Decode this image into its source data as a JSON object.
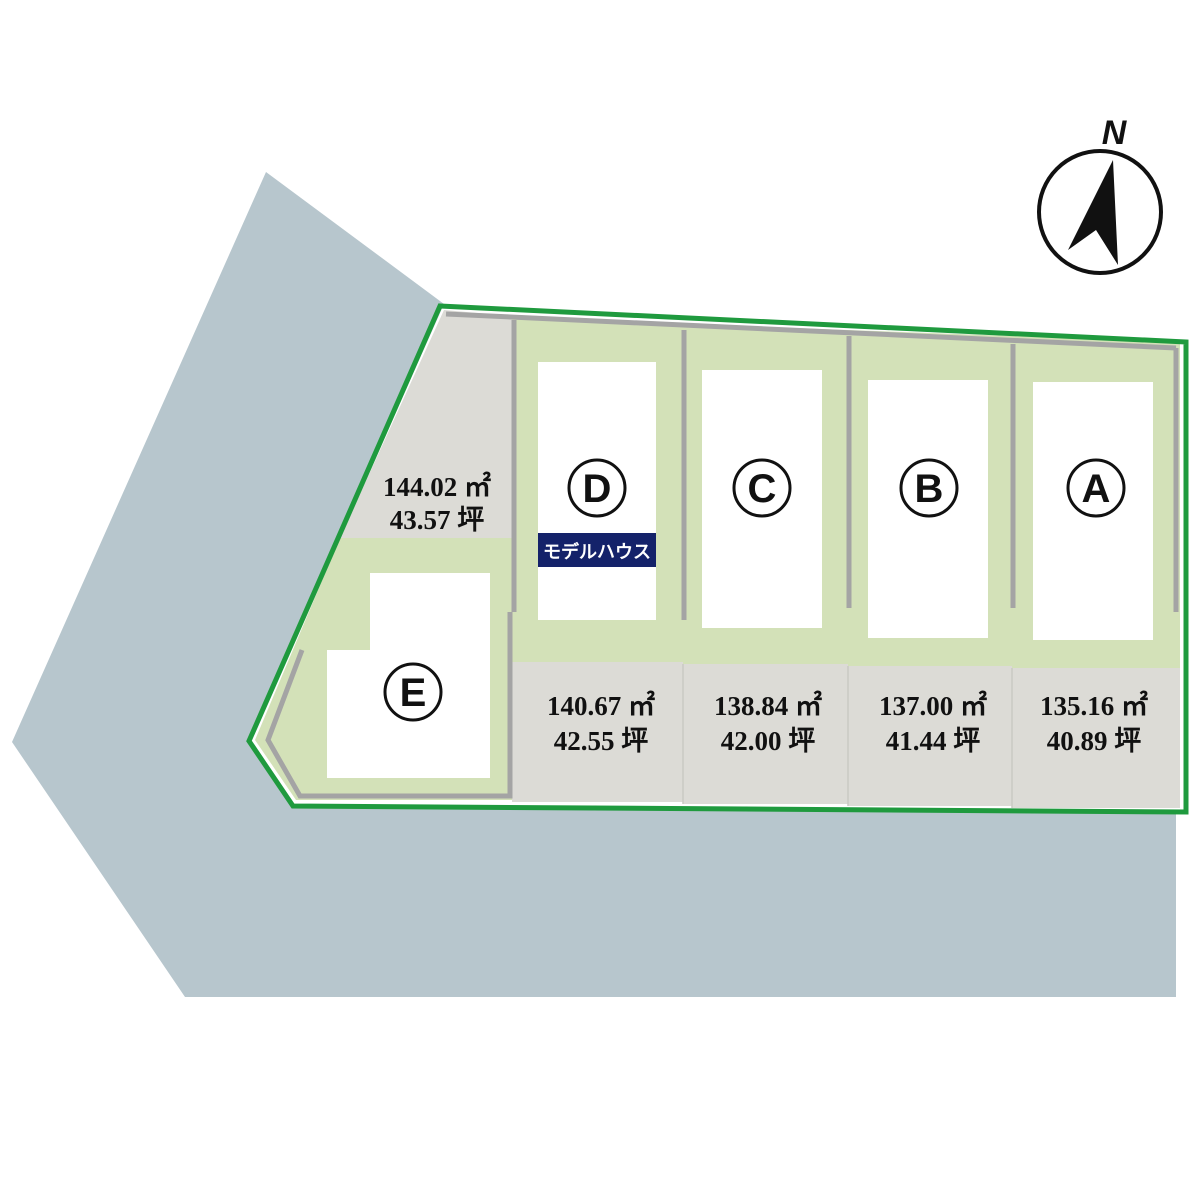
{
  "colors": {
    "road": "#b7c6cd",
    "boundary": "#1f9a3e",
    "garden": "#d3e1b8",
    "parking": "#dcdbd6",
    "wall": "#a4a4a4",
    "building": "#ffffff",
    "badge_bg": "#14226a",
    "badge_text": "#ffffff",
    "ink": "#111111"
  },
  "compass": {
    "label": "N",
    "icon": "north-arrow-icon"
  },
  "model_house_badge": "モデルハウス",
  "lots": [
    {
      "id": "A",
      "letter": "A",
      "area_m2": "135.16 ㎡",
      "area_tsubo": "40.89 坪"
    },
    {
      "id": "B",
      "letter": "B",
      "area_m2": "137.00 ㎡",
      "area_tsubo": "41.44 坪"
    },
    {
      "id": "C",
      "letter": "C",
      "area_m2": "138.84 ㎡",
      "area_tsubo": "42.00 坪"
    },
    {
      "id": "D",
      "letter": "D",
      "area_m2": "140.67 ㎡",
      "area_tsubo": "42.55 坪"
    },
    {
      "id": "E",
      "letter": "E",
      "area_m2": "144.02 ㎡",
      "area_tsubo": "43.57 坪"
    }
  ]
}
